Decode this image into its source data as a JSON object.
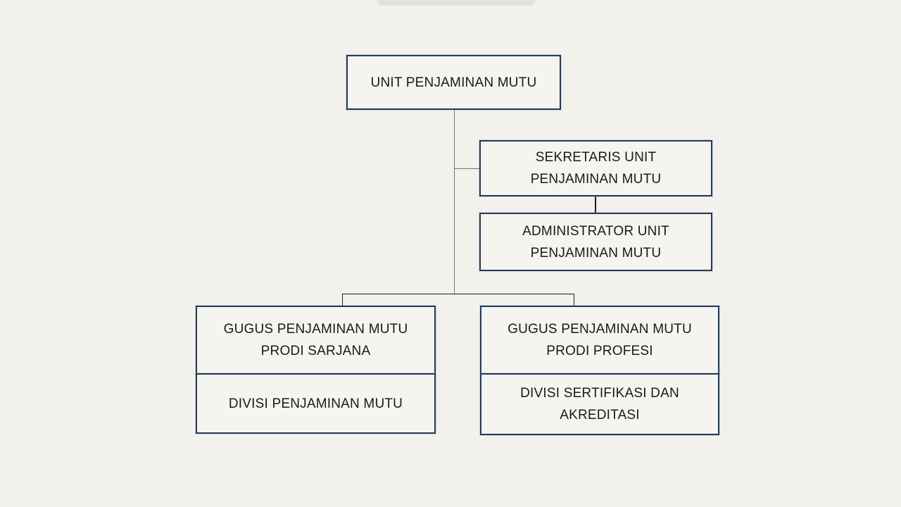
{
  "style": {
    "page-bg": "#f2f1ec",
    "node-fill": "#f5f4ef",
    "node-border": "#24395e",
    "connector-gray": "#74746f",
    "connector-dark": "#1f1f1f",
    "text-color": "#1a1a1a"
  },
  "org_chart": {
    "nodes": {
      "unit": {
        "label": "UNIT PENJAMINAN MUTU"
      },
      "sekretaris": {
        "label": "SEKRETARIS UNIT\nPENJAMINAN MUTU"
      },
      "administrator": {
        "label": "ADMINISTRATOR UNIT\nPENJAMINAN MUTU"
      },
      "gugus_sarjana": {
        "label": "GUGUS PENJAMINAN MUTU\nPRODI SARJANA"
      },
      "divisi_penjaminan": {
        "label": "DIVISI PENJAMINAN MUTU"
      },
      "gugus_profesi": {
        "label": "GUGUS PENJAMINAN MUTU\nPRODI PROFESI"
      },
      "divisi_sertifikasi": {
        "label": "DIVISI SERTIFIKASI DAN\nAKREDITASI"
      }
    },
    "edges": [
      {
        "from": "unit",
        "to": "sekretaris"
      },
      {
        "from": "sekretaris",
        "to": "administrator"
      },
      {
        "from": "unit",
        "to": "gugus_sarjana"
      },
      {
        "from": "unit",
        "to": "gugus_profesi"
      },
      {
        "from": "gugus_sarjana",
        "to": "divisi_penjaminan"
      },
      {
        "from": "gugus_profesi",
        "to": "divisi_sertifikasi"
      }
    ]
  }
}
